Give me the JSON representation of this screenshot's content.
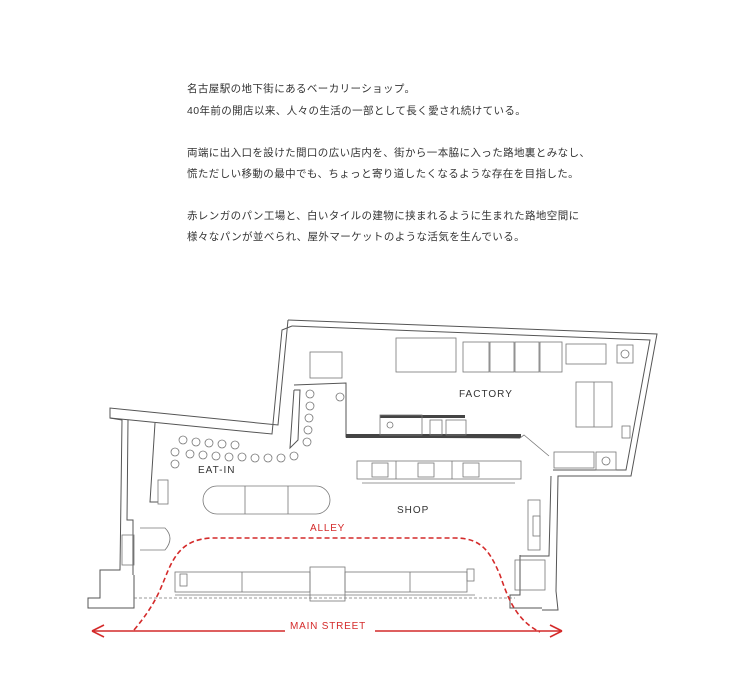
{
  "description": [
    "名古屋駅の地下街にあるベーカリーショップ。",
    "40年前の開店以来、人々の生活の一部として長く愛され続けている。",
    "",
    "両端に出入口を設けた間口の広い店内を、街から一本脇に入った路地裏とみなし、",
    "慌ただしい移動の最中でも、ちょっと寄り道したくなるような存在を目指した。",
    "",
    "赤レンガのパン工場と、白いタイルの建物に挟まれるように生まれた路地空間に",
    "様々なパンが並べられ、屋外マーケットのような活気を生んでいる。"
  ],
  "plan": {
    "factory": "FACTORY",
    "eat_in": "EAT-IN",
    "shop": "SHOP",
    "alley": "ALLEY",
    "main_street": "MAIN STREET"
  },
  "colors": {
    "accent": "#d42a2a",
    "line": "#555555"
  }
}
